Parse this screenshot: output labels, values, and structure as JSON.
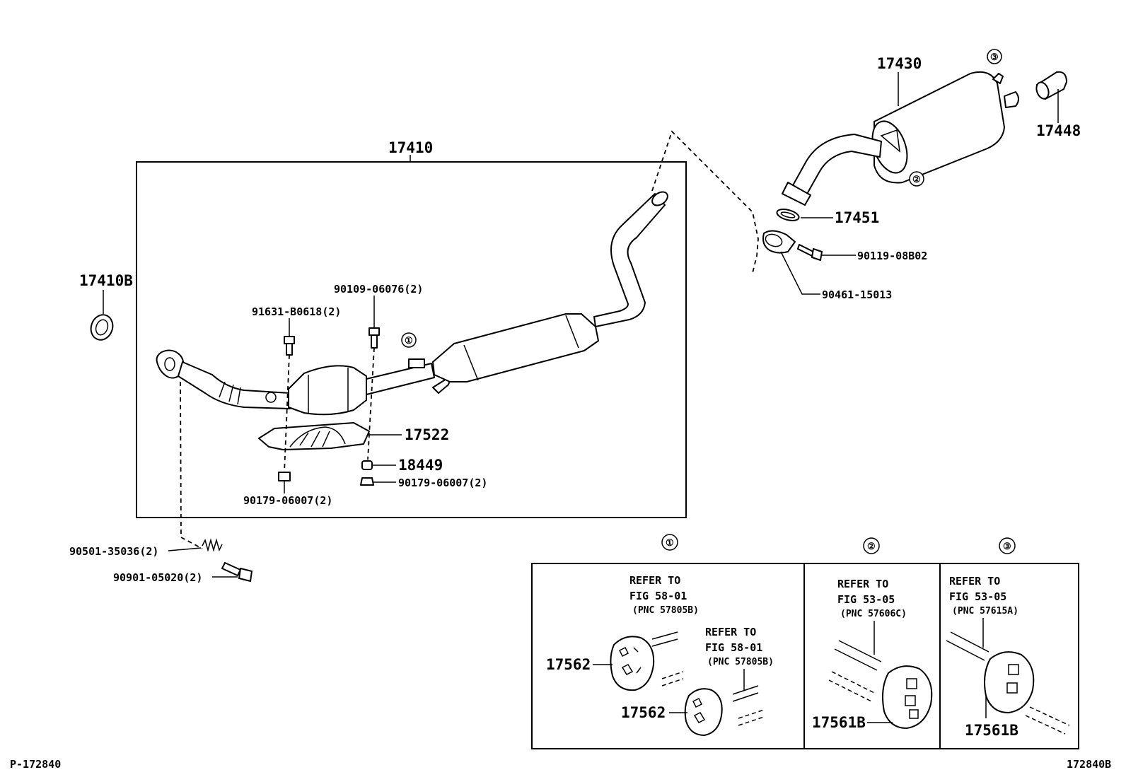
{
  "labels": {
    "assembly_17410": "17410",
    "gasket_17410B": "17410B",
    "bolt_90109": "90109-06076(2)",
    "bolt_91631": "91631-B0618(2)",
    "insulator_17522": "17522",
    "nut_18449": "18449",
    "nut_90179_right": "90179-06007(2)",
    "nut_90179_left": "90179-06007(2)",
    "spring_90501": "90501-35036(2)",
    "bolt_90901": "90901-05020(2)",
    "muffler_17430": "17430",
    "tip_17448": "17448",
    "gasket_17451": "17451",
    "bolt_90119": "90119-08B02",
    "clamp_90461": "90461-15013",
    "page_left": "P-172840",
    "page_right": "172840B"
  },
  "callouts": {
    "c1": "①",
    "c2": "②",
    "c3": "③"
  },
  "detail_panels": {
    "panel1": {
      "marker": "①",
      "refer_a_line1": "REFER TO",
      "refer_a_line2": "FIG 58-01",
      "refer_a_line3": "(PNC 57805B)",
      "refer_b_line1": "REFER TO",
      "refer_b_line2": "FIG 58-01",
      "refer_b_line3": "(PNC 57805B)",
      "part_a": "17562",
      "part_b": "17562"
    },
    "panel2": {
      "marker": "②",
      "refer_line1": "REFER TO",
      "refer_line2": "FIG 53-05",
      "refer_line3": "(PNC 57606C)",
      "part": "17561B"
    },
    "panel3": {
      "marker": "③",
      "refer_line1": "REFER TO",
      "refer_line2": "FIG 53-05",
      "refer_line3": "(PNC 57615A)",
      "part": "17561B"
    }
  }
}
